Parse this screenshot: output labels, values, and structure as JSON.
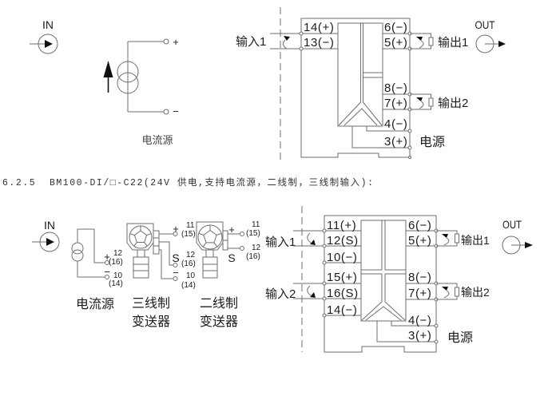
{
  "colors": {
    "line": "#6e6e6e",
    "text": "#1c1c1c",
    "fill": "#111111",
    "heading": "#333333"
  },
  "top_diagram": {
    "in_symbol": {
      "label": "IN",
      "icon": "input-arrow-circle-icon"
    },
    "current_source": {
      "label": "电流源",
      "plus": "+",
      "minus": "−",
      "icon": "current-source-icon"
    },
    "input_label": "输入1",
    "left_terminals": [
      "14(+)",
      "13(−)"
    ],
    "right_terminals": [
      "6(−)",
      "5(+)",
      "8(−)",
      "7(+)",
      "4(−)",
      "3(+)"
    ],
    "outputs": [
      "输出1",
      "输出2"
    ],
    "power_label": "电源",
    "out_symbol": {
      "label": "OUT",
      "icon": "output-arrow-circle-icon"
    }
  },
  "section_heading": "6.2.5  BM100-DI/□-C22(24V 供电,支持电流源，二线制，三线制输入):",
  "bottom_diagram": {
    "in_symbol": {
      "label": "IN",
      "icon": "input-arrow-circle-icon"
    },
    "current_source": {
      "label": "电流源",
      "terminals": [
        {
          "sign": "+",
          "number": "12",
          "alt_number": "(16)"
        },
        {
          "sign": "−",
          "number": "10",
          "alt_number": "(14)"
        }
      ]
    },
    "three_wire_transmitter": {
      "label_line1": "三线制",
      "label_line2": "变送器",
      "terminals": [
        {
          "sign": "+",
          "number": "11",
          "alt_number": "(15)"
        },
        {
          "sign": "S",
          "number": "12",
          "alt_number": "(16)"
        },
        {
          "sign": "−",
          "number": "10",
          "alt_number": "(14)"
        }
      ]
    },
    "two_wire_transmitter": {
      "label_line1": "二线制",
      "label_line2": "变送器",
      "terminals": [
        {
          "sign": "+",
          "number": "11",
          "alt_number": "(15)"
        },
        {
          "sign": "S",
          "number": "12",
          "alt_number": "(16)"
        }
      ]
    },
    "inputs": [
      "输入1",
      "输入2"
    ],
    "left_terminals": [
      "11(+)",
      "12(S)",
      "10(−)",
      "15(+)",
      "16(S)",
      "14(−)"
    ],
    "right_terminals": [
      "6(−)",
      "5(+)",
      "8(−)",
      "7(+)",
      "4(−)",
      "3(+)"
    ],
    "outputs": [
      "输出1",
      "输出2"
    ],
    "power_label": "电源",
    "out_symbol": {
      "label": "OUT",
      "icon": "output-arrow-circle-icon"
    }
  }
}
